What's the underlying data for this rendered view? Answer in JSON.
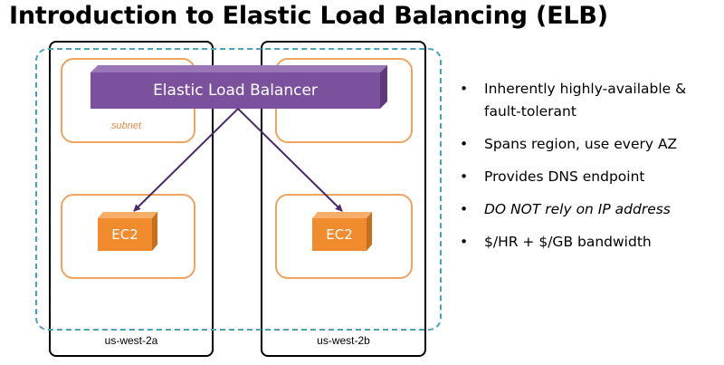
{
  "title": "Introduction to Elastic Load Balancing (ELB)",
  "diagram": {
    "elb_label": "Elastic Load Balancer",
    "subnet_label": "subnet",
    "ec2_label_a": "EC2",
    "ec2_label_b": "EC2",
    "az_a_label": "us-west-2a",
    "az_b_label": "us-west-2b",
    "colors": {
      "elb_fill": "#7b509c",
      "ec2_fill": "#f08c2e",
      "subnet_border": "#f0a35e",
      "region_border": "#4aa3b5",
      "arrow": "#4b2a6b"
    }
  },
  "bullets": [
    {
      "text": "Inherently highly-available & fault-tolerant",
      "line1": "Inherently highly-available &",
      "line2": "fault-tolerant",
      "italic": false
    },
    {
      "text": "Spans region, use every AZ",
      "italic": false
    },
    {
      "text": "Provides DNS endpoint",
      "italic": false
    },
    {
      "text": "DO NOT rely on IP address",
      "italic": true
    },
    {
      "text": "$/HR + $/GB bandwidth",
      "italic": false
    }
  ],
  "bullet_symbol": "•"
}
